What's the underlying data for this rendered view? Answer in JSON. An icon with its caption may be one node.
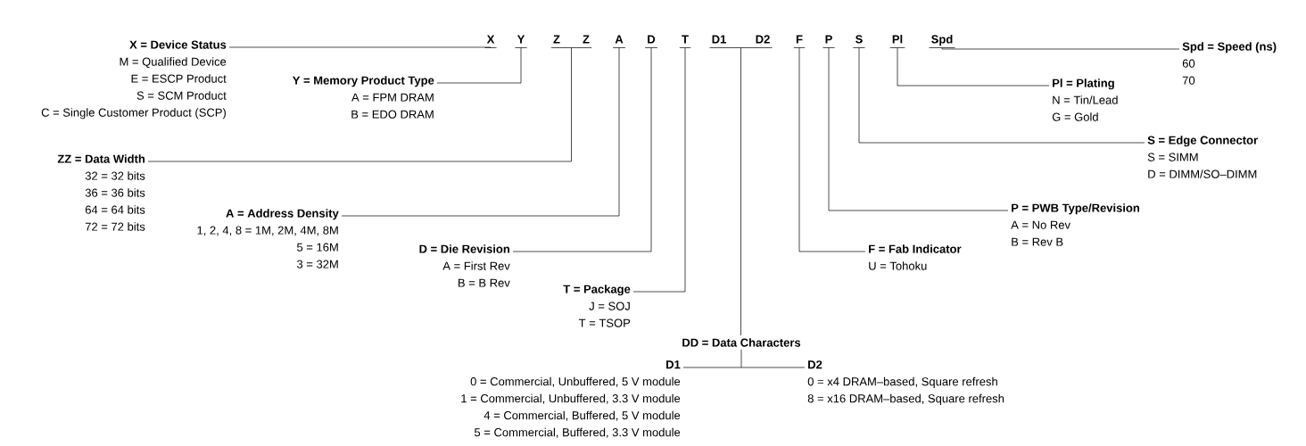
{
  "diagram": {
    "nodes": [
      {
        "text": [
          "X"
        ]
      },
      {
        "text": [
          "Y"
        ]
      },
      {
        "text": [
          "Z"
        ]
      },
      {
        "text": [
          "Z"
        ]
      },
      {
        "text": [
          "A"
        ]
      },
      {
        "text": [
          "D"
        ]
      },
      {
        "text": [
          "T"
        ]
      },
      {
        "text": [
          "D1"
        ]
      },
      {
        "text": [
          "D2"
        ]
      },
      {
        "text": [
          "F"
        ]
      },
      {
        "text": [
          "P"
        ]
      },
      {
        "text": [
          "S"
        ]
      },
      {
        "text": [
          "Pl"
        ]
      },
      {
        "text": [
          "Spd"
        ]
      },
      {
        "text": [
          "X = Device Status",
          "M = Qualified Device",
          "E = ESCP Product",
          "S = SCM Product",
          "C = Single Customer Product (SCP)"
        ]
      },
      {
        "text": [
          "Spd = Speed (ns)",
          "60",
          "70"
        ]
      },
      {
        "text": [
          "Y = Memory Product Type",
          "A = FPM DRAM",
          "B = EDO DRAM"
        ]
      },
      {
        "text": [
          "Pl = Plating",
          "N = Tin/Lead",
          "G = Gold"
        ]
      },
      {
        "text": [
          "S = Edge Connector",
          "S = SIMM",
          "D = DIMM/SO–DIMM"
        ]
      },
      {
        "text": [
          "ZZ = Data Width",
          "32 = 32 bits",
          "36 = 36 bits",
          "64 = 64 bits",
          "72 = 72 bits"
        ]
      },
      {
        "text": [
          "P = PWB Type/Revision",
          "A = No Rev",
          "B = Rev B"
        ]
      },
      {
        "text": [
          "A = Address Density",
          "1, 2, 4, 8 = 1M, 2M, 4M, 8M",
          "5 = 16M",
          "3 = 32M"
        ]
      },
      {
        "text": [
          "D = Die Revision",
          "A = First Rev",
          "B = B Rev"
        ]
      },
      {
        "text": [
          "F = Fab Indicator",
          "U = Tohoku"
        ]
      },
      {
        "text": [
          "T = Package",
          "J = SOJ",
          "T = TSOP"
        ]
      },
      {
        "text": [
          "DD = Data Characters"
        ]
      },
      {
        "text": [
          "D1",
          "0 = Commercial, Unbuffered, 5 V module",
          "1 = Commercial, Unbuffered, 3.3 V module",
          "4 = Commercial, Buffered, 5 V module",
          "5 = Commercial, Buffered, 3.3 V module"
        ]
      },
      {
        "text": [
          "D2",
          "0 = x4 DRAM–based, Square refresh",
          "8 = x16 DRAM–based, Square refresh"
        ]
      }
    ],
    "edges": [
      {
        "from": 0,
        "to": 14,
        "arrow": "none"
      },
      {
        "from": 13,
        "to": 15,
        "arrow": "none"
      },
      {
        "from": 1,
        "to": 16,
        "arrow": "none"
      },
      {
        "from": 12,
        "to": 17,
        "arrow": "none"
      },
      {
        "from": 11,
        "to": 18,
        "arrow": "none"
      },
      {
        "from": 2,
        "to": 19,
        "arrow": "none"
      },
      {
        "from": 3,
        "to": 19,
        "arrow": "none"
      },
      {
        "from": 10,
        "to": 20,
        "arrow": "none"
      },
      {
        "from": 4,
        "to": 21,
        "arrow": "none"
      },
      {
        "from": 5,
        "to": 22,
        "arrow": "none"
      },
      {
        "from": 9,
        "to": 23,
        "arrow": "none"
      },
      {
        "from": 6,
        "to": 24,
        "arrow": "none"
      },
      {
        "from": 7,
        "to": 25,
        "arrow": "none"
      },
      {
        "from": 8,
        "to": 25,
        "arrow": "none"
      },
      {
        "from": 25,
        "to": 26,
        "arrow": "none"
      },
      {
        "from": 25,
        "to": 27,
        "arrow": "none"
      }
    ]
  }
}
